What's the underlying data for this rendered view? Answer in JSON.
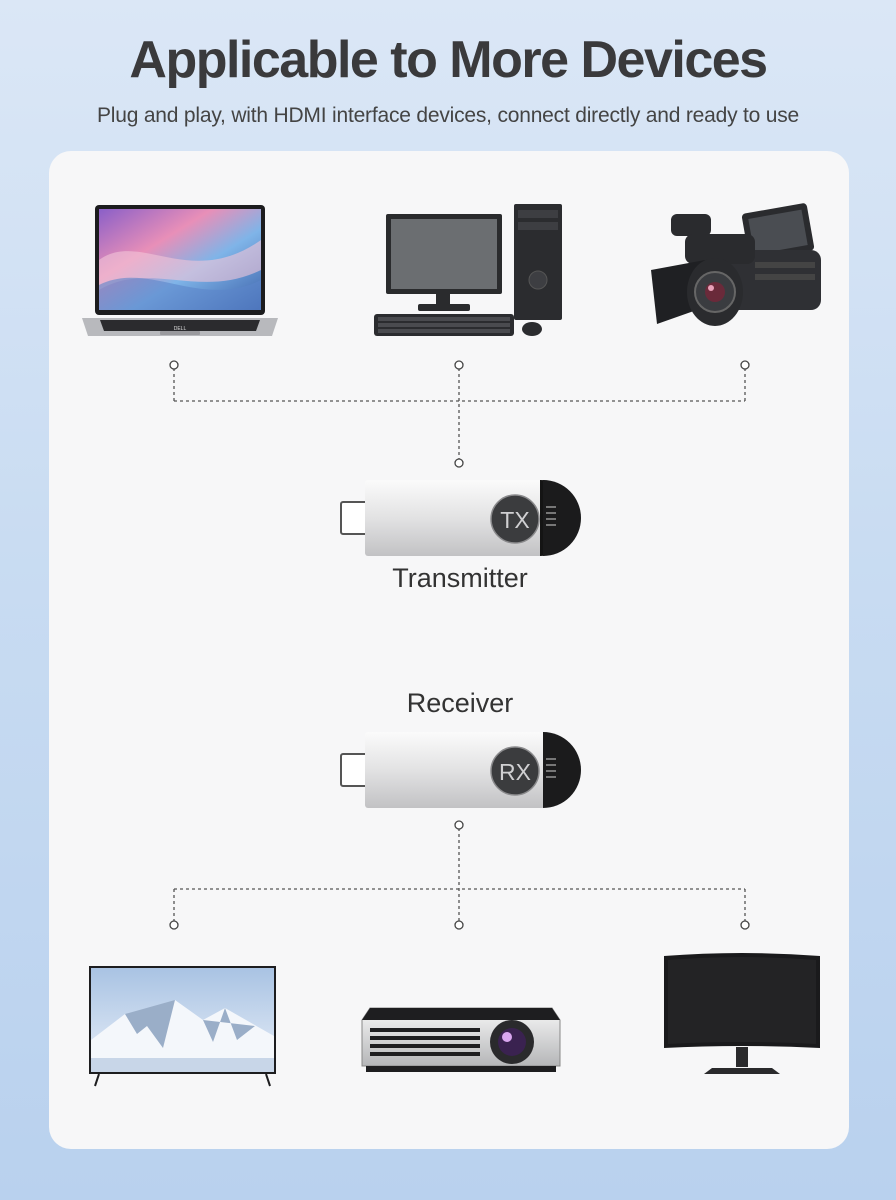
{
  "header": {
    "title": "Applicable to More Devices",
    "subtitle": "Plug and play, with HDMI interface devices, connect directly and ready to use"
  },
  "transmitter": {
    "label": "Transmitter",
    "badge": "TX"
  },
  "receiver": {
    "label": "Receiver",
    "badge": "RX"
  },
  "laptop": {
    "brand": "DELL"
  },
  "sources": [
    "laptop",
    "desktop-computer",
    "camcorder"
  ],
  "displays": [
    "tv",
    "projector",
    "curved-monitor"
  ],
  "colors": {
    "background": "#c9dcf2",
    "panel": "#f7f7f8",
    "title": "#3a3a3c",
    "line": "#555555"
  }
}
